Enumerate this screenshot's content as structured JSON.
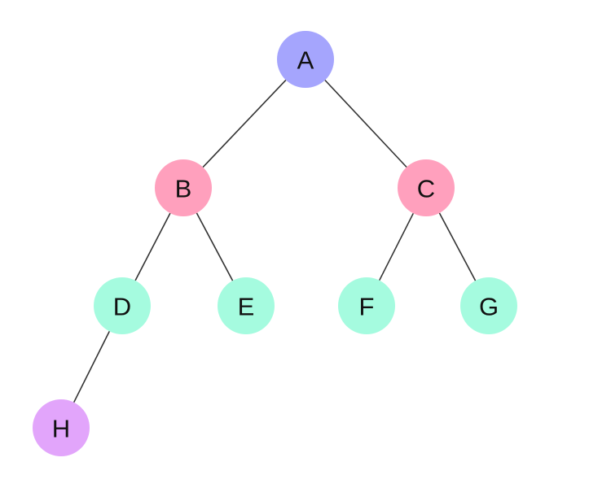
{
  "colors": {
    "root": "#a5a5fd",
    "level1": "#ffa0bd",
    "level2": "#a5fbdf",
    "level3": "#e2a5fb",
    "edge": "#333333"
  },
  "tree": {
    "nodes": [
      {
        "id": "A",
        "label": "A",
        "color_key": "root"
      },
      {
        "id": "B",
        "label": "B",
        "color_key": "level1"
      },
      {
        "id": "C",
        "label": "C",
        "color_key": "level1"
      },
      {
        "id": "D",
        "label": "D",
        "color_key": "level2"
      },
      {
        "id": "E",
        "label": "E",
        "color_key": "level2"
      },
      {
        "id": "F",
        "label": "F",
        "color_key": "level2"
      },
      {
        "id": "G",
        "label": "G",
        "color_key": "level2"
      },
      {
        "id": "H",
        "label": "H",
        "color_key": "level3"
      }
    ],
    "edges": [
      {
        "from": "A",
        "to": "B"
      },
      {
        "from": "A",
        "to": "C"
      },
      {
        "from": "B",
        "to": "D"
      },
      {
        "from": "B",
        "to": "E"
      },
      {
        "from": "C",
        "to": "F"
      },
      {
        "from": "C",
        "to": "G"
      },
      {
        "from": "D",
        "to": "H"
      }
    ]
  }
}
